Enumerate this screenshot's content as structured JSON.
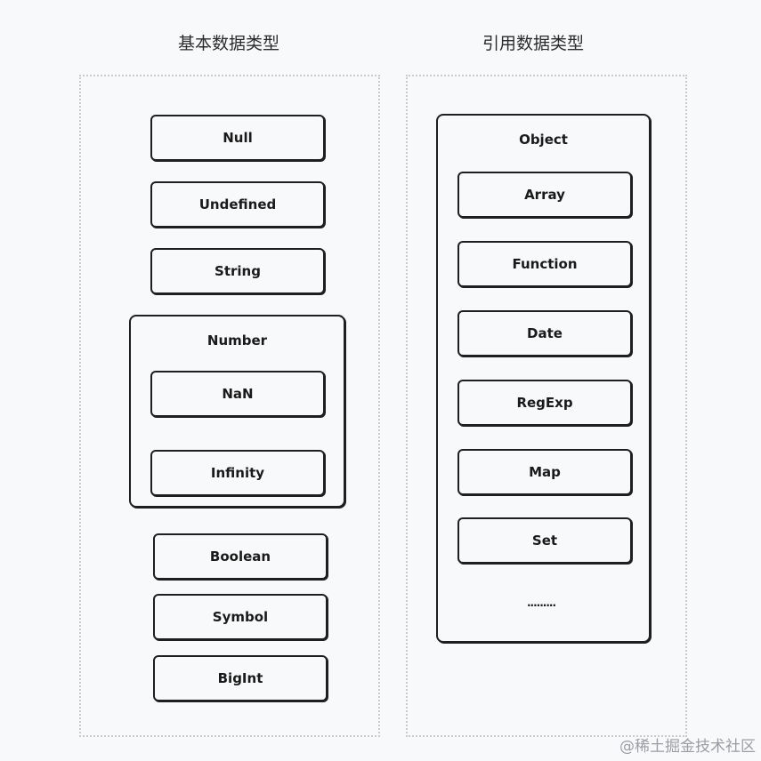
{
  "primitive": {
    "heading": "基本数据类型",
    "null": "Null",
    "undefined": "Undefined",
    "string": "String",
    "number": {
      "label": "Number",
      "nan": "NaN",
      "infinity": "Infinity"
    },
    "boolean": "Boolean",
    "symbol": "Symbol",
    "bigint": "BigInt"
  },
  "reference": {
    "heading": "引用数据类型",
    "object": {
      "label": "Object",
      "array": "Array",
      "function": "Function",
      "date": "Date",
      "regexp": "RegExp",
      "map": "Map",
      "set": "Set",
      "more": "........."
    }
  },
  "watermark": "@稀土掘金技术社区"
}
